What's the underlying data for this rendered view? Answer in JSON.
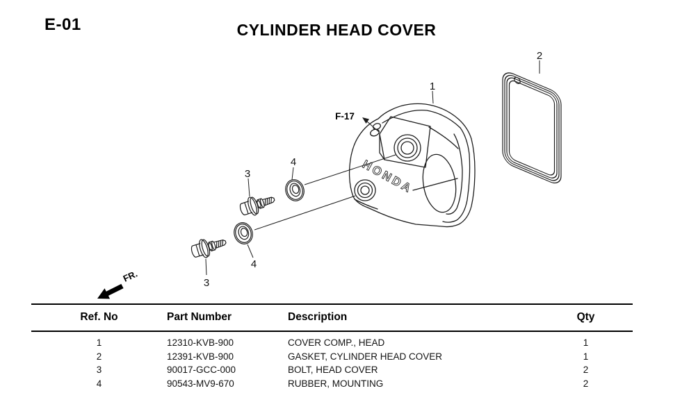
{
  "page": {
    "code": "E-01",
    "title": "CYLINDER HEAD COVER"
  },
  "diagram": {
    "ref_link": "F-17",
    "direction_label": "FR.",
    "brand": "HONDA",
    "callouts": {
      "cover": "1",
      "gasket": "2",
      "bolt": "3",
      "rubber": "4"
    },
    "line_color": "#1c1c1c"
  },
  "table": {
    "headers": {
      "ref": "Ref. No",
      "part": "Part Number",
      "desc": "Description",
      "qty": "Qty"
    },
    "rows": [
      {
        "ref": "1",
        "part": "12310-KVB-900",
        "desc": "COVER COMP., HEAD",
        "qty": "1"
      },
      {
        "ref": "2",
        "part": "12391-KVB-900",
        "desc": "GASKET, CYLINDER HEAD COVER",
        "qty": "1"
      },
      {
        "ref": "3",
        "part": "90017-GCC-000",
        "desc": "BOLT, HEAD COVER",
        "qty": "2"
      },
      {
        "ref": "4",
        "part": "90543-MV9-670",
        "desc": "RUBBER, MOUNTING",
        "qty": "2"
      }
    ]
  }
}
